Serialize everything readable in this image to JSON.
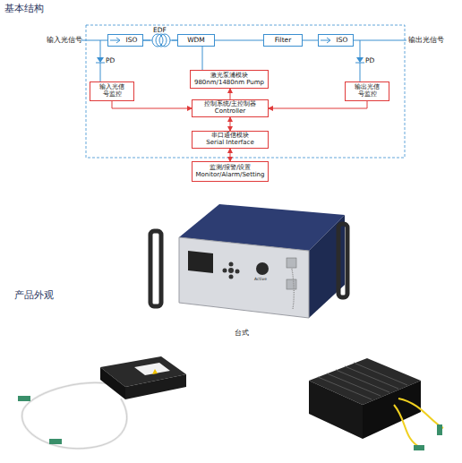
{
  "diagram": {
    "title": "基本结构",
    "nodes": [
      {
        "text": [
          "ISO"
        ]
      },
      {
        "text": [
          "WDM"
        ]
      },
      {
        "text": [
          "Filter"
        ]
      },
      {
        "text": [
          "ISO"
        ]
      },
      {
        "text": [
          "输入光信号监控"
        ]
      },
      {
        "text": [
          "激光泵浦模块",
          "980nm/1480nm Pump"
        ]
      },
      {
        "text": [
          "输出光信号监控"
        ]
      },
      {
        "text": [
          "控制系统/主控制器",
          "Controller"
        ]
      },
      {
        "text": [
          "串口通信模块",
          "Serial Interface"
        ]
      },
      {
        "text": [
          "监测/报警/设置",
          "Monitor/Alarm/Setting"
        ]
      }
    ],
    "edges": [
      {
        "from": 0,
        "to": 1,
        "arrow": "none"
      },
      {
        "from": 1,
        "to": 2,
        "arrow": "none"
      },
      {
        "from": 2,
        "to": 3,
        "arrow": "none"
      },
      {
        "from": 4,
        "to": 7,
        "arrow": "to"
      },
      {
        "from": 6,
        "to": 7,
        "arrow": "to"
      },
      {
        "from": 5,
        "to": 1,
        "arrow": "none"
      },
      {
        "from": 7,
        "to": 5,
        "arrow": "to"
      },
      {
        "from": 7,
        "to": 8,
        "arrow": "both"
      },
      {
        "from": 8,
        "to": 9,
        "arrow": "both"
      }
    ],
    "labels": [
      "输入光信号",
      "EDF",
      "输出光信号",
      "PD",
      "PD",
      "Active",
      "产品外观",
      "台式"
    ]
  }
}
